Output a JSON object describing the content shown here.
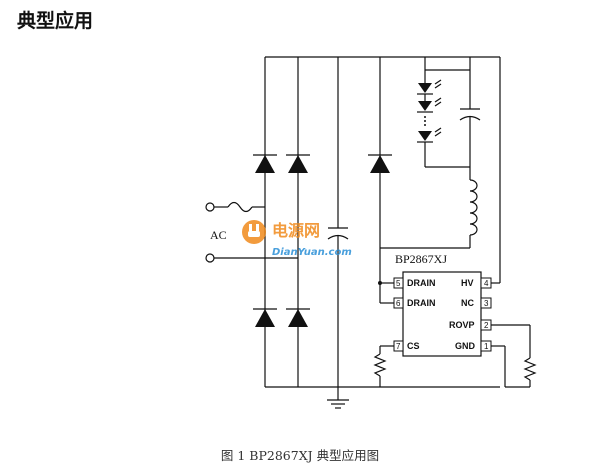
{
  "page_title": "典型应用",
  "caption": "图 1  BP2867XJ 典型应用图",
  "input_label": "AC",
  "chip": {
    "name": "BP2867XJ",
    "pins": {
      "drain5": {
        "number": "5",
        "label": "DRAIN"
      },
      "drain6": {
        "number": "6",
        "label": "DRAIN"
      },
      "cs": {
        "number": "7",
        "label": "CS"
      },
      "hv": {
        "number": "4",
        "label": "HV"
      },
      "nc": {
        "number": "3",
        "label": "NC"
      },
      "rovp": {
        "number": "2",
        "label": "ROVP"
      },
      "gnd": {
        "number": "1",
        "label": "GND"
      }
    }
  },
  "watermark": {
    "line1": "电源网",
    "line2": "DianYuan.com"
  },
  "colors": {
    "wire": "#111111",
    "watermark": "#f08a1c",
    "watermark_sub": "#2a8fd6"
  }
}
